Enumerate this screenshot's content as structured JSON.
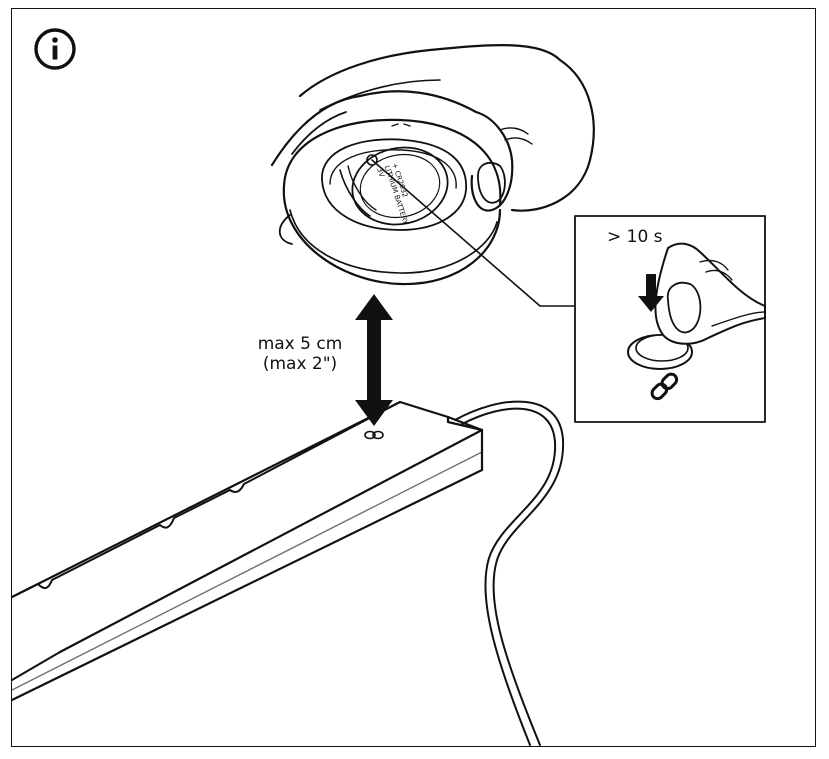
{
  "icons": {
    "info": "info-icon",
    "link": "link-icon",
    "press_arrow": "arrow-down-icon",
    "distance_arrow": "double-arrow-vertical-icon"
  },
  "labels": {
    "distance_metric": "max 5 cm",
    "distance_imperial": "(max 2\")",
    "hold_time": "> 10 s"
  },
  "battery_print": {
    "plus": "+",
    "model": "CR2032",
    "type": "LITHIUM BATTERY",
    "voltage": "3V"
  },
  "colors": {
    "line": "#111111",
    "background": "#ffffff"
  }
}
